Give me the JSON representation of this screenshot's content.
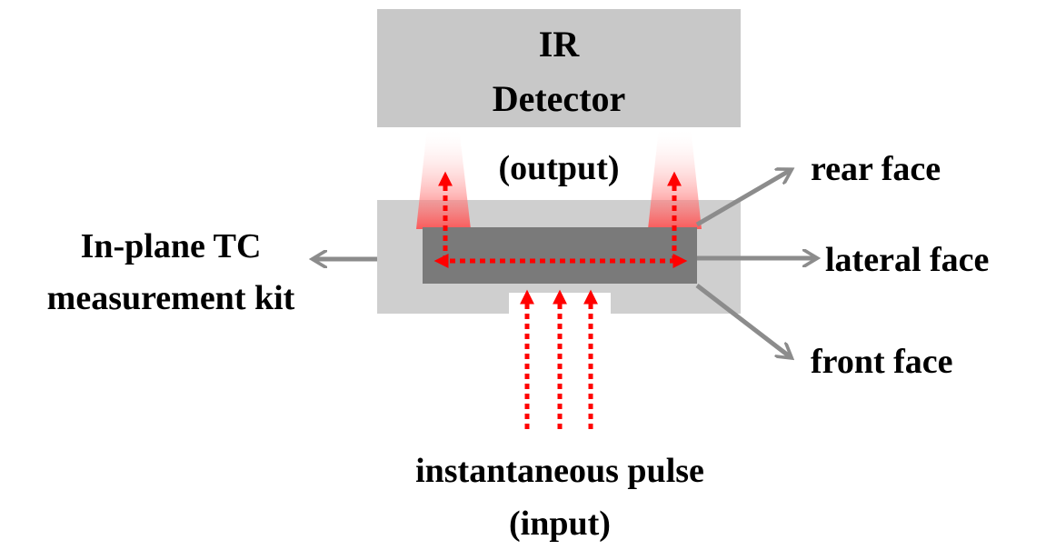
{
  "detector": {
    "line1": "IR",
    "line2": "Detector"
  },
  "labels": {
    "output": "(output)",
    "in_plane_line1": "In-plane TC",
    "in_plane_line2": "measurement kit",
    "rear_face": "rear face",
    "lateral_face": "lateral face",
    "front_face": "front face",
    "pulse_line1": "instantaneous pulse",
    "pulse_line2": "(input)"
  },
  "colors": {
    "detector_fill": "#c8c8c8",
    "holder_fill": "#cfcfcf",
    "sample_fill": "#7a7a7a",
    "heat_arrow": "#ff0000",
    "pointer_arrow": "#8c8c8c",
    "glow": "#ff5a5a"
  }
}
